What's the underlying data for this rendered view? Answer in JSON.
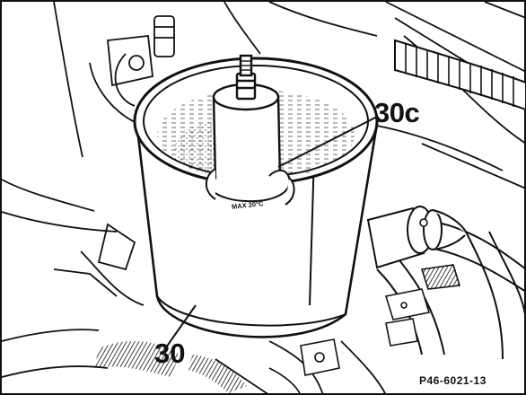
{
  "figure": {
    "callouts": {
      "reservoir_cover_label": "30c",
      "reservoir_label": "30"
    },
    "reference_code": "P46-6021-13",
    "ring_marking": "MAX 20°C",
    "stroke_color": "#111111",
    "background_color": "#ffffff"
  }
}
